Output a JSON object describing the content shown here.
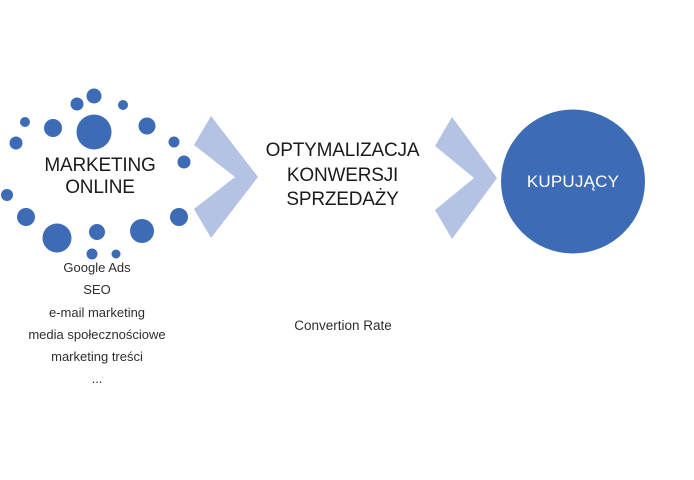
{
  "diagram": {
    "source": {
      "title_lines": [
        "MARKETING",
        "ONLINE"
      ],
      "channels": [
        "Google Ads",
        "SEO",
        "e-mail marketing",
        "media społecznościowe",
        "marketing treści",
        "..."
      ]
    },
    "process": {
      "title_lines": [
        "OPTYMALIZACJA",
        "KONWERSJI",
        "SPRZEDAŻY"
      ],
      "caption": "Convertion Rate"
    },
    "result": {
      "title": "KUPUJĄCY"
    },
    "colors": {
      "accent_blue": "#3E6BB5",
      "chevron_blue": "#B4C2E3",
      "heading_text": "#1B1B1B",
      "body_text": "#2E2E2E"
    }
  }
}
